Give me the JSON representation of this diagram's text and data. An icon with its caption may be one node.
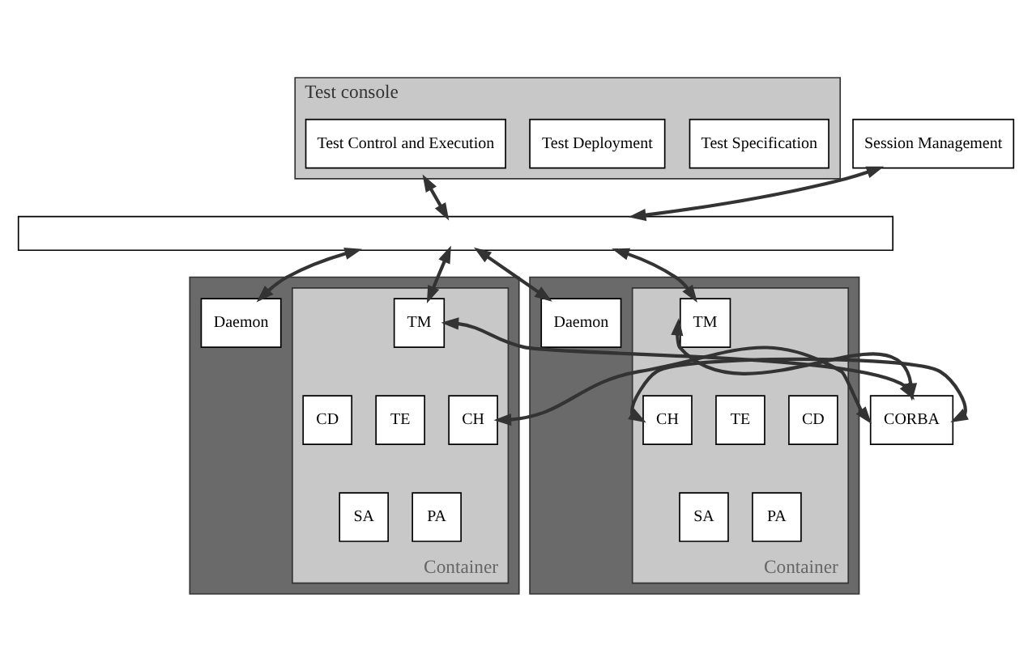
{
  "diagram": {
    "nodes": [
      {
        "text": [
          "Test console"
        ]
      },
      {
        "text": [
          "Test Control and Execution"
        ],
        "in": 0
      },
      {
        "text": [
          "Test Deployment"
        ],
        "in": 0
      },
      {
        "text": [
          "Test Specification"
        ],
        "in": 0
      },
      {
        "text": [
          "Session Management"
        ]
      },
      {
        "text": [],
        "shape": "bar"
      },
      {
        "text": [],
        "shape": "box"
      },
      {
        "text": [
          "Daemon"
        ],
        "in": 6
      },
      {
        "text": [
          "Container"
        ],
        "in": 6
      },
      {
        "text": [
          "TM"
        ],
        "in": 8
      },
      {
        "text": [
          "CD"
        ],
        "in": 8
      },
      {
        "text": [
          "TE"
        ],
        "in": 8
      },
      {
        "text": [
          "CH"
        ],
        "in": 8
      },
      {
        "text": [
          "SA"
        ],
        "in": 8
      },
      {
        "text": [
          "PA"
        ],
        "in": 8
      },
      {
        "text": [
          "CORBA"
        ]
      },
      {
        "text": [],
        "shape": "box"
      },
      {
        "text": [
          "Container"
        ],
        "in": 16
      },
      {
        "text": [
          "TM"
        ],
        "in": 17
      },
      {
        "text": [
          "CH"
        ],
        "in": 17
      },
      {
        "text": [
          "TE"
        ],
        "in": 17
      },
      {
        "text": [
          "CD"
        ],
        "in": 17
      },
      {
        "text": [
          "SA"
        ],
        "in": 17
      },
      {
        "text": [
          "PA"
        ],
        "in": 17
      },
      {
        "text": [
          "Daemon"
        ],
        "in": 16
      }
    ],
    "edges": [
      {
        "from": 0,
        "to": 5,
        "arrow": "both"
      },
      {
        "from": 4,
        "to": 5,
        "arrow": "both"
      },
      {
        "from": 5,
        "to": 7,
        "arrow": "both"
      },
      {
        "from": 5,
        "to": 9,
        "arrow": "both"
      },
      {
        "from": 5,
        "to": 18,
        "arrow": "both"
      },
      {
        "from": 5,
        "to": 24,
        "arrow": "both"
      },
      {
        "from": 9,
        "to": 15,
        "arrow": "both"
      },
      {
        "from": 12,
        "to": 15,
        "arrow": "both"
      },
      {
        "from": 15,
        "to": 18,
        "arrow": "both"
      },
      {
        "from": 15,
        "to": 19,
        "arrow": "both"
      }
    ]
  }
}
